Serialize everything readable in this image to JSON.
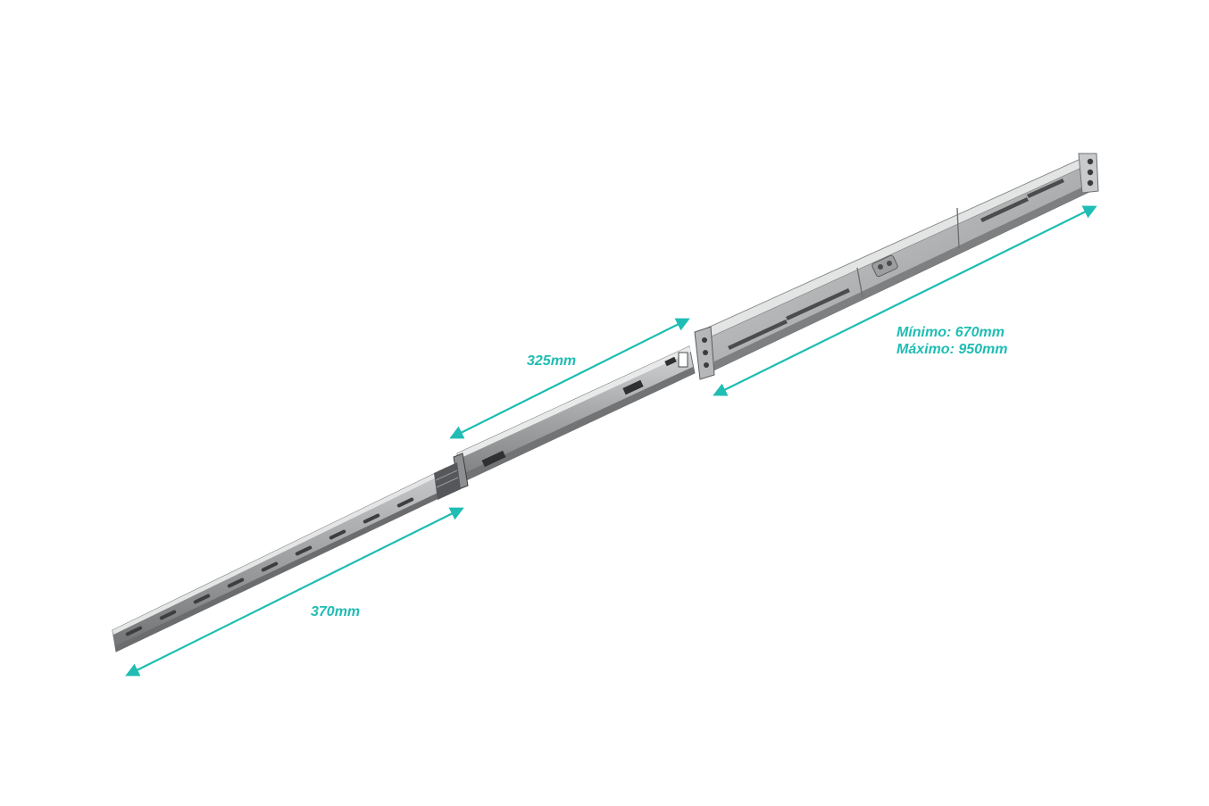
{
  "image": {
    "background": "#ffffff",
    "subject": "telescopic-rack-rail",
    "accent_color": "#1fbdb3",
    "rail_color": "#a7a9ab"
  },
  "dimensions": {
    "inner_rail_length": "370mm",
    "middle_rail_length": "325mm",
    "outer_rail_min": "Mínimo: 670mm",
    "outer_rail_max": "Máximo: 950mm"
  }
}
